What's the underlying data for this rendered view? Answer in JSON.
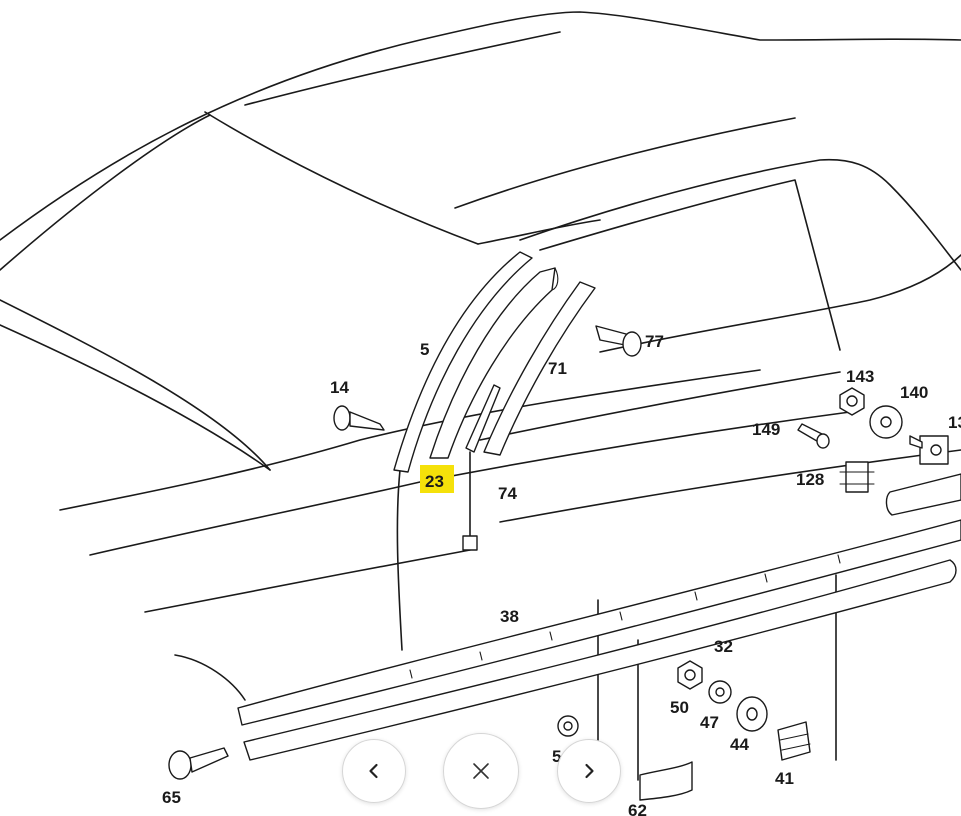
{
  "diagram": {
    "callouts": {
      "c5": "5",
      "c14": "14",
      "c23": "23",
      "c71": "71",
      "c74": "74",
      "c77": "77",
      "c143": "143",
      "c140": "140",
      "c149": "149",
      "c128": "128",
      "c13": "13",
      "c38": "38",
      "c32": "32",
      "c50": "50",
      "c47": "47",
      "c44": "44",
      "c41": "41",
      "c5b": "5",
      "c65": "65",
      "c62": "62"
    },
    "highlight_color": "#f5e10a",
    "line_color": "#1a1a1a"
  },
  "controls": {
    "prev_icon": "chevron-left-icon",
    "close_icon": "close-icon",
    "next_icon": "chevron-right-icon"
  }
}
